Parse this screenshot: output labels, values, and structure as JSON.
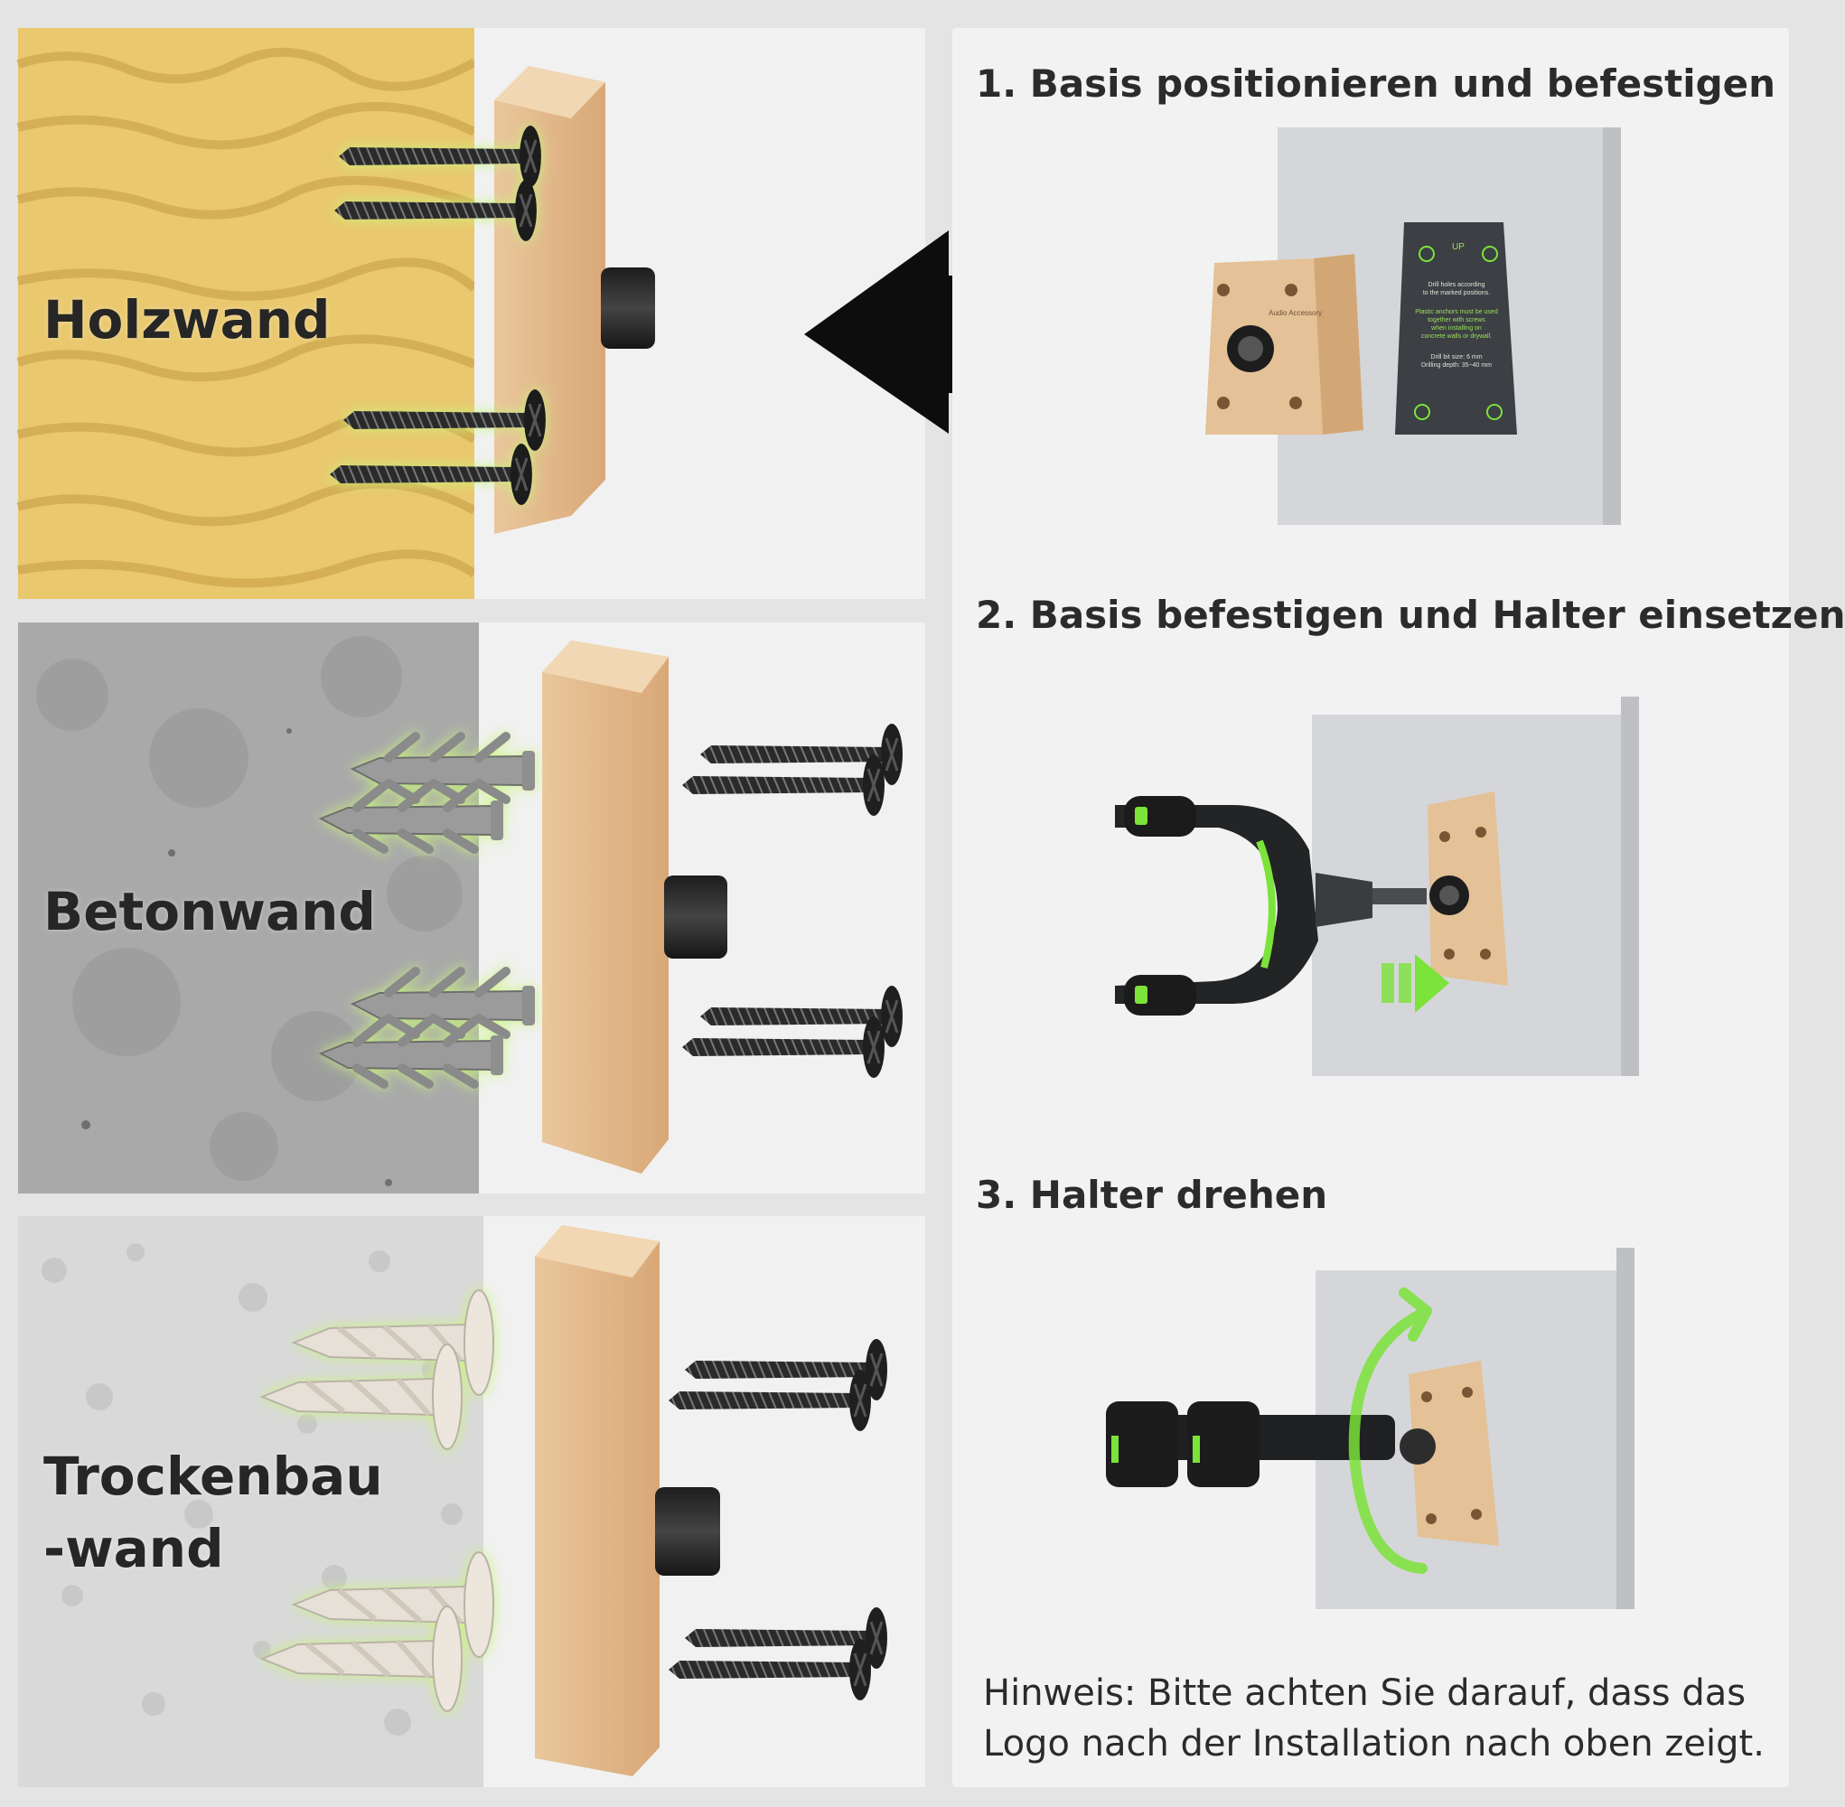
{
  "walls": [
    {
      "label": "Holzwand",
      "surface": "wood",
      "fixings": "screws"
    },
    {
      "label": "Betonwand",
      "surface": "concrete",
      "fixings": "plastic-anchors"
    },
    {
      "label": "Trockenbau\n-wand",
      "surface": "drywall",
      "fixings": "drywall-anchors"
    }
  ],
  "steps": [
    {
      "title": "1. Basis positionieren und befestigen"
    },
    {
      "title": "2. Basis befestigen und Halter einsetzen"
    },
    {
      "title": "3. Halter drehen"
    }
  ],
  "template_sheet": {
    "up": "UP",
    "brand": "Audio Accessory",
    "lines": [
      "Drill holes according",
      "to the marked positions.",
      "Plastic anchors must be used",
      "together with screws",
      "when installing on",
      "concrete walls or drywall.",
      "Drill bit size: 6 mm",
      "Drilling depth: 35~40 mm"
    ]
  },
  "note": "Hinweis: Bitte achten Sie darauf, dass das Logo nach der Installation nach oben zeigt.",
  "colors": {
    "accent_green": "#7be33a",
    "wood": "#e6c49a",
    "wall_grey": "#d4d5d8",
    "text": "#2b2b2b"
  }
}
